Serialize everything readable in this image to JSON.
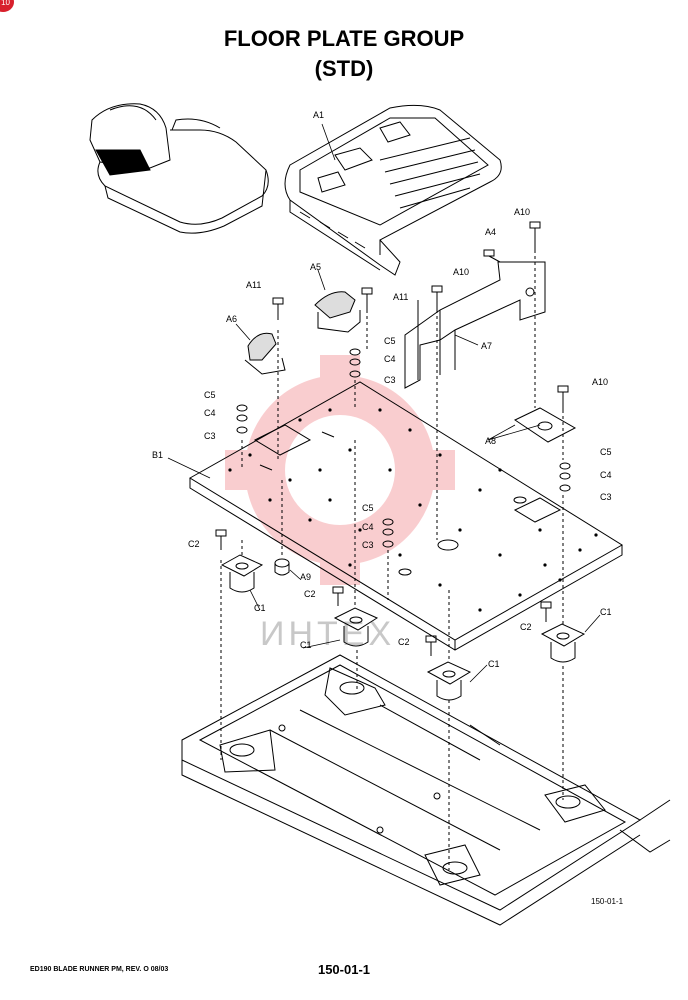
{
  "page": {
    "title_line1": "FLOOR PLATE GROUP",
    "title_line2": "(STD)",
    "footer_left": "ED190 BLADE RUNNER PM, REV. O 08/03",
    "footer_page": "150-01-1",
    "figure_ref": "150-01-1",
    "corner_badge": "10",
    "watermark_text": "ИНТЕХ"
  },
  "labels": {
    "A1": "A1",
    "A4": "A4",
    "A5": "A5",
    "A6": "A6",
    "A7": "A7",
    "A8": "A8",
    "A9": "A9",
    "A10_a": "A10",
    "A10_b": "A10",
    "A10_c": "A10",
    "A11_a": "A11",
    "A11_b": "A11",
    "B1": "B1",
    "C5_a": "C5",
    "C4_a": "C4",
    "C3_a": "C3",
    "C5_b": "C5",
    "C4_b": "C4",
    "C3_b": "C3",
    "C5_c": "C5",
    "C4_c": "C4",
    "C3_c": "C3",
    "C5_d": "C5",
    "C4_d": "C4",
    "C3_d": "C3",
    "C2_a": "C2",
    "C2_b": "C2",
    "C2_c": "C2",
    "C2_d": "C2",
    "C1_a": "C1",
    "C1_b": "C1",
    "C1_c": "C1",
    "C1_d": "C1"
  },
  "colors": {
    "watermark": "#e8202a",
    "badge": "#d8202c"
  }
}
